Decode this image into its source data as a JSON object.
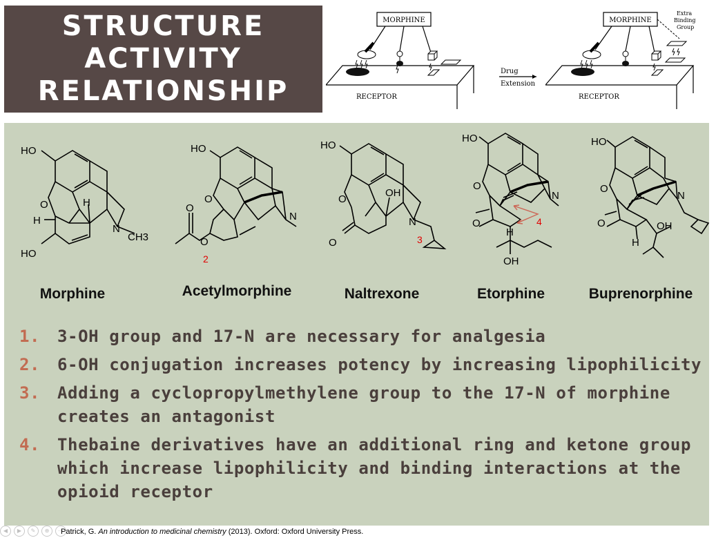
{
  "slide": {
    "title_lines": [
      "STRUCTURE",
      "ACTIVITY",
      "RELATIONSHIP"
    ],
    "figure": {
      "left": {
        "drug_label": "MORPHINE",
        "receptor_label": "RECEPTOR"
      },
      "arrow": {
        "label_line1": "Drug",
        "label_line2": "Extension"
      },
      "right": {
        "drug_label": "MORPHINE",
        "receptor_label": "RECEPTOR",
        "extra_line1": "Extra",
        "extra_line2": "Binding",
        "extra_line3": "Group"
      }
    },
    "atoms": {
      "ho": "HO",
      "o": "O",
      "h": "H",
      "n": "N",
      "ch3": "CH3",
      "oh": "OH"
    },
    "markers": {
      "acetyl": "2",
      "naltrexone": "3",
      "etorphine": "4"
    },
    "molecules": [
      "Morphine",
      "Acetylmorphine",
      "Naltrexone",
      "Etorphine",
      "Buprenorphine"
    ],
    "points": [
      {
        "num": "1.",
        "text": "3-OH group and 17-N are necessary for analgesia"
      },
      {
        "num": "2.",
        "text": "6-OH conjugation increases potency by increasing lipophilicity"
      },
      {
        "num": "3.",
        "text": "Adding a cyclopropylmethylene group to the 17-N of morphine creates an antagonist"
      },
      {
        "num": "4.",
        "text": "Thebaine derivatives have an additional ring and ketone group which increase lipophilicity and binding interactions at the opioid receptor"
      }
    ],
    "citation": {
      "author": "Patrick, G. ",
      "book": "An introduction to medicinal chemistry",
      "rest": " (2013). Oxford: Oxford University Press."
    },
    "colors": {
      "title_bg": "#564846",
      "panel_bg": "#c9d2bd",
      "number": "#c26c52",
      "marker": "#e00000"
    }
  }
}
